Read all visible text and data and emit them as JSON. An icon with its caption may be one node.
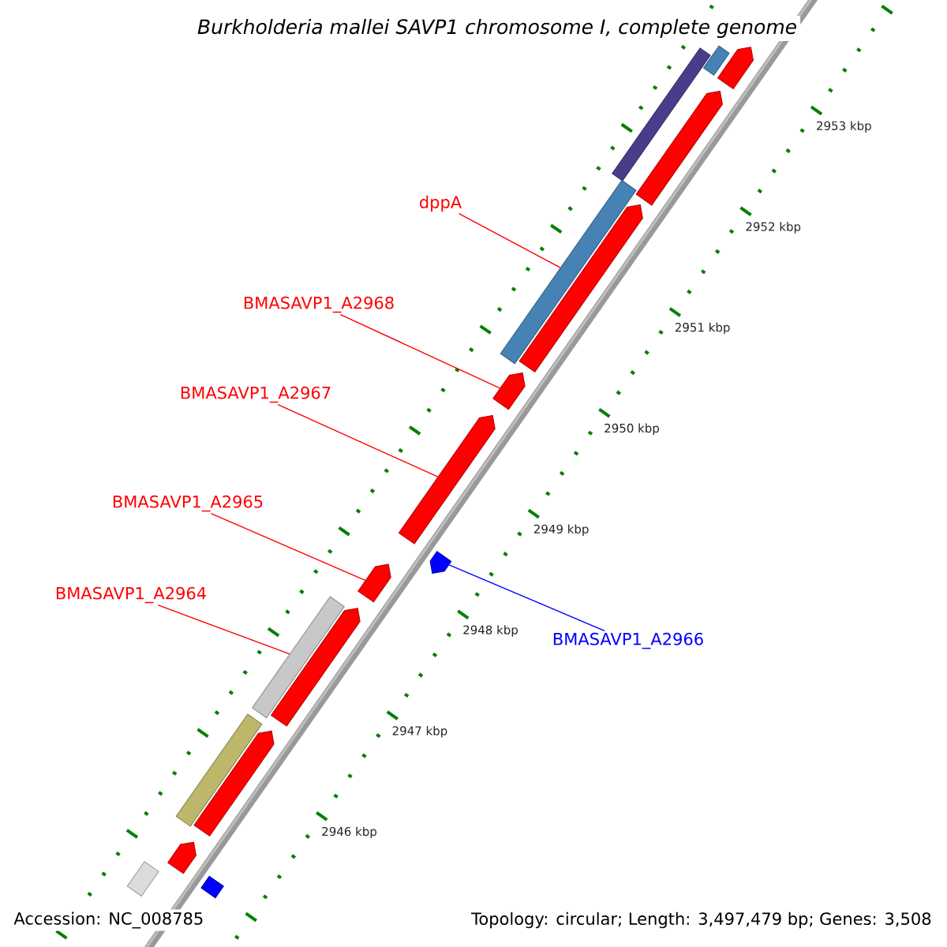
{
  "diagram": {
    "title": "Burkholderia mallei SAVP1 chromosome I, complete genome",
    "nodes": [
      {
        "text": [
          "dppA"
        ]
      },
      {
        "text": [
          "BMASAVP1_A2968"
        ]
      },
      {
        "text": [
          "BMASAVP1_A2967"
        ]
      },
      {
        "text": [
          "BMASAVP1_A2965"
        ]
      },
      {
        "text": [
          "BMASAVP1_A2964"
        ]
      },
      {
        "text": [
          "BMASAVP1_A2966"
        ]
      },
      {
        "text": [],
        "shape": "bar"
      },
      {
        "text": [],
        "shape": "bar"
      },
      {
        "text": [],
        "shape": "pentagon"
      },
      {
        "text": [],
        "shape": "pentagon"
      },
      {
        "text": [],
        "shape": "bar"
      },
      {
        "text": [],
        "shape": "pentagon"
      },
      {
        "text": [],
        "shape": "pentagon"
      },
      {
        "text": [],
        "shape": "pentagon"
      },
      {
        "text": [],
        "shape": "pentagon"
      },
      {
        "text": [],
        "shape": "pentagon"
      },
      {
        "text": [],
        "shape": "bar"
      },
      {
        "text": [],
        "shape": "pentagon"
      },
      {
        "text": [],
        "shape": "bar"
      },
      {
        "text": [],
        "shape": "pentagon"
      },
      {
        "text": [],
        "shape": "pentagon"
      },
      {
        "text": [],
        "shape": "bar"
      },
      {
        "text": [],
        "shape": "bar"
      }
    ],
    "edges": [
      {
        "from": 0,
        "to": 10,
        "arrow": "none"
      },
      {
        "from": 1,
        "to": 12,
        "arrow": "none"
      },
      {
        "from": 2,
        "to": 13,
        "arrow": "none"
      },
      {
        "from": 3,
        "to": 15,
        "arrow": "none"
      },
      {
        "from": 4,
        "to": 16,
        "arrow": "none"
      },
      {
        "from": 5,
        "to": 14,
        "arrow": "none",
        "color": "#0000ff"
      }
    ],
    "labels": [
      "2953 kbp",
      "2952 kbp",
      "2951 kbp",
      "2950 kbp",
      "2949 kbp",
      "2948 kbp",
      "2947 kbp",
      "2946 kbp",
      "Accession: NC_008785",
      "Topology: circular; Length: 3,497,479 bp; Genes: 3,508"
    ]
  }
}
